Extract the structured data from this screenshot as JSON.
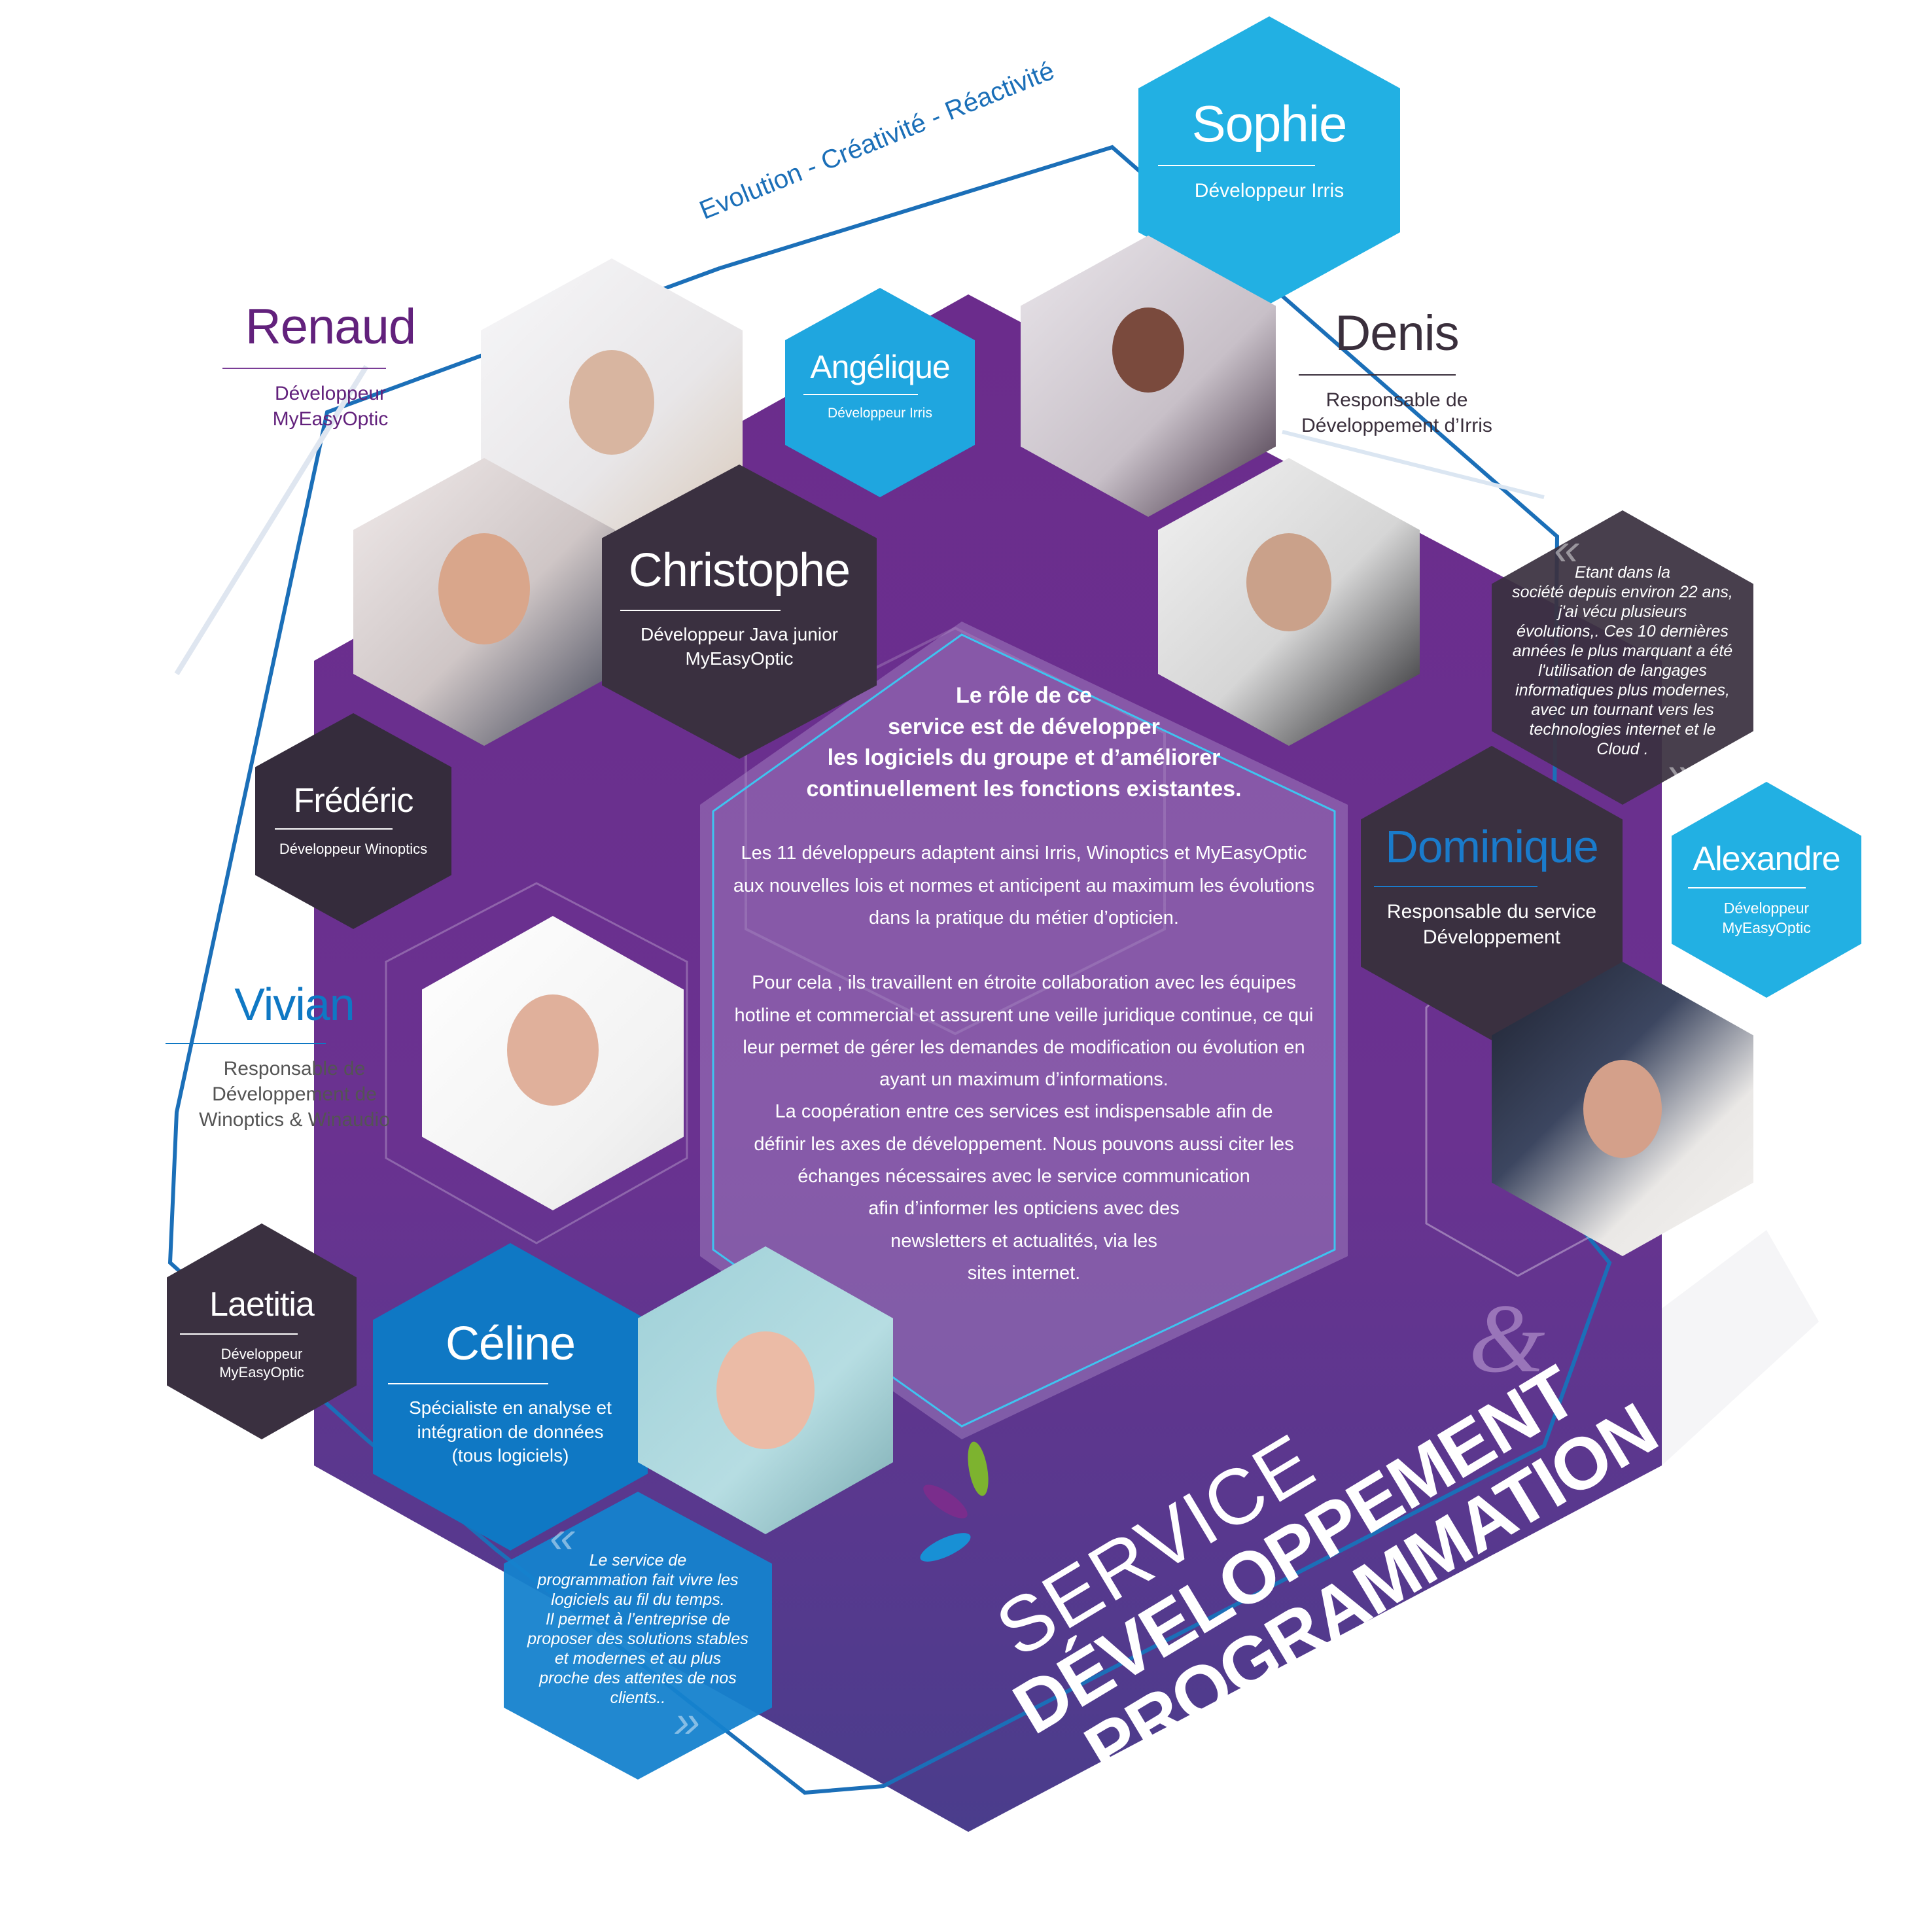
{
  "tagline": "Evolution - Créativité - Réactivité",
  "title": {
    "line1": "SERVICE",
    "line2": "DÉVELOPPEMENT",
    "ampersand": "&",
    "line3": "PROGRAMMATION"
  },
  "colors": {
    "purple": "#6a2c8a",
    "purple_dark": "#4a3b8c",
    "cyan": "#22b0e3",
    "blue": "#0e78c2",
    "charcoal": "#3a3040",
    "line_blue": "#1b6fb8",
    "text_purple": "#62217c",
    "green": "#7db32f"
  },
  "center": {
    "lead": "Le rôle de ce service est de développer les logiciels du groupe et d'améliorer continuellement les fonctions existantes.",
    "lead_lines": [
      "Le rôle de ce",
      "service est de développer",
      "les logiciels du groupe et d’améliorer",
      "continuellement les fonctions existantes."
    ],
    "p1_lines": [
      "Les 11 développeurs adaptent ainsi Irris, Winoptics et MyEasyOptic",
      "aux nouvelles lois et normes et anticipent au maximum les évolutions",
      "dans la pratique du métier d’opticien."
    ],
    "p2_lines": [
      "Pour cela , ils travaillent en étroite collaboration avec les équipes",
      "hotline et commercial et assurent une veille juridique continue, ce qui",
      "leur permet de gérer les demandes de modification ou évolution en",
      "ayant un maximum d’informations.",
      "La coopération entre ces services est indispensable afin de",
      "définir les axes de développement. Nous pouvons aussi citer les",
      "échanges nécessaires avec le service communication",
      "afin d’informer les opticiens avec des",
      "newsletters et actualités, via les",
      "sites internet."
    ]
  },
  "people": [
    {
      "name": "Sophie",
      "role_lines": [
        "Développeur Irris"
      ]
    },
    {
      "name": "Renaud",
      "role_lines": [
        "Développeur",
        "MyEasyOptic"
      ]
    },
    {
      "name": "Angélique",
      "role_lines": [
        "Développeur Irris"
      ]
    },
    {
      "name": "Denis",
      "role_lines": [
        "Responsable de",
        "Développement d’Irris"
      ]
    },
    {
      "name": "Christophe",
      "role_lines": [
        "Développeur Java junior",
        "MyEasyOptic"
      ]
    },
    {
      "name": "Frédéric",
      "role_lines": [
        "Développeur Winoptics"
      ]
    },
    {
      "name": "Dominique",
      "role_lines": [
        "Responsable du service",
        "Développement"
      ]
    },
    {
      "name": "Alexandre",
      "role_lines": [
        "Développeur",
        "MyEasyOptic"
      ]
    },
    {
      "name": "Vivian",
      "role_lines": [
        "Responsable de",
        "Développement de",
        "Winoptics & Winaudio"
      ]
    },
    {
      "name": "Laetitia",
      "role_lines": [
        "Développeur",
        "MyEasyOptic"
      ]
    },
    {
      "name": "Céline",
      "role_lines": [
        "Spécialiste en analyse et",
        "intégration de données",
        "(tous logiciels)"
      ]
    }
  ],
  "quotes": {
    "denis": {
      "open": "«",
      "close": "»",
      "lines": [
        "Etant dans la",
        "société depuis environ 22 ans,",
        "j'ai vécu plusieurs",
        "évolutions,. Ces 10 dernières",
        "années le plus marquant a été",
        "l'utilisation de langages",
        "informatiques plus modernes,",
        "avec un tournant vers les",
        "technologies internet et le",
        "Cloud ."
      ]
    },
    "celine": {
      "open": "«",
      "close": "»",
      "lines": [
        "Le service de",
        "programmation fait vivre les",
        "logiciels au fil du temps.",
        "Il permet à l’entreprise de",
        "proposer des solutions stables",
        "et modernes et au plus",
        "proche des attentes de nos",
        "clients.."
      ]
    }
  }
}
